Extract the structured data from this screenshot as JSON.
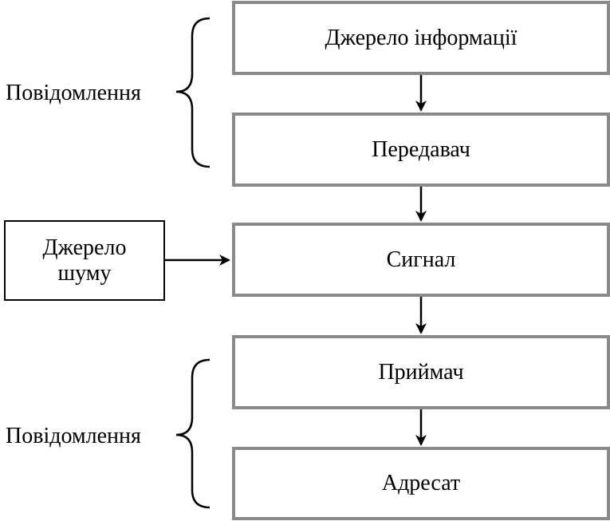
{
  "colors": {
    "box_border": "#8a8a8a",
    "noise_border": "#000000",
    "line": "#000000",
    "text": "#000000",
    "background": "#ffffff"
  },
  "nodes": {
    "source": "Джерело інформації",
    "transmitter": "Передавач",
    "signal": "Сигнал",
    "receiver": "Приймач",
    "addressee": "Адресат",
    "noise_line1": "Джерело",
    "noise_line2": "шуму"
  },
  "brackets": {
    "top_label": "Повідомлення",
    "bottom_label": "Повідомлення"
  },
  "icons": {
    "brace": "curly-brace-icon",
    "arrow": "arrow-down-icon"
  }
}
